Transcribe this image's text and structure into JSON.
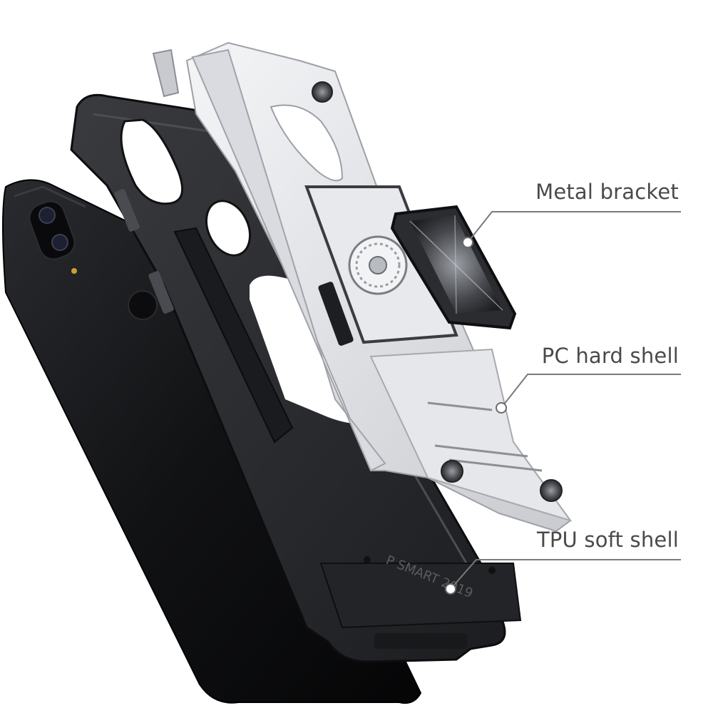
{
  "callouts": {
    "metal_bracket": "Metal bracket",
    "pc_hard_shell": "PC hard shell",
    "tpu_soft_shell": "TPU soft shell"
  },
  "engraving": "P SMART 2019",
  "colors": {
    "phone": "#141416",
    "tpu_shell": "#2b2c2f",
    "pc_shell": "#e4e5e8",
    "metal_ring": "#3a3c40",
    "callout_line": "#7a7a7a",
    "label_text": "#4a4a4a"
  }
}
